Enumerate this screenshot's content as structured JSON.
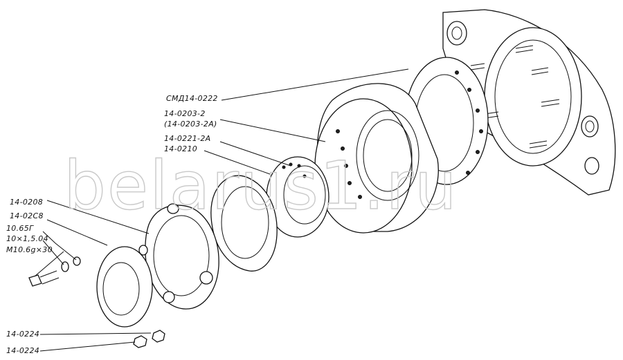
{
  "watermark": "belarus1.ru",
  "labels": {
    "smd": "СМД14-0222",
    "p0203": "14-0203-2",
    "p0203a": "(14-0203-2А)",
    "p0221": "14-0221-2А",
    "p0210": "14-0210",
    "p0208": "14-0208",
    "p0208b": "14-02С8",
    "p1065": "10.65Г",
    "p10x": "10×1,5.04",
    "pm10": "М10.6g×30",
    "p0224a": "14-0224",
    "p0224b": "14-0224"
  }
}
